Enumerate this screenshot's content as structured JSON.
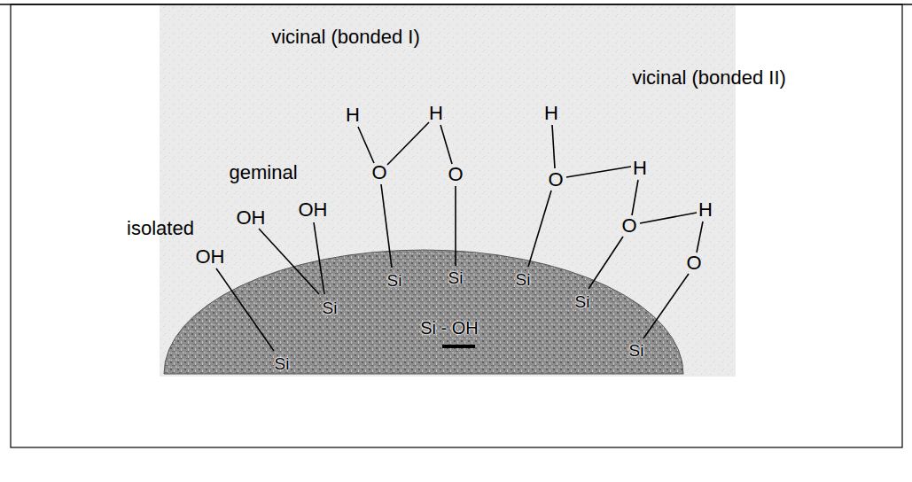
{
  "diagram": {
    "labels": [
      "vicinal (bonded I)",
      "H",
      "H",
      "H",
      "vicinal (bonded II)",
      "geminal",
      "H",
      "OH",
      "OH",
      "isolated",
      "H",
      "O",
      "O",
      "O",
      "O",
      "O",
      "OH",
      "Si",
      "Si",
      "Si",
      "Si",
      "Si",
      "Si",
      "Si",
      "Si - OH"
    ]
  }
}
